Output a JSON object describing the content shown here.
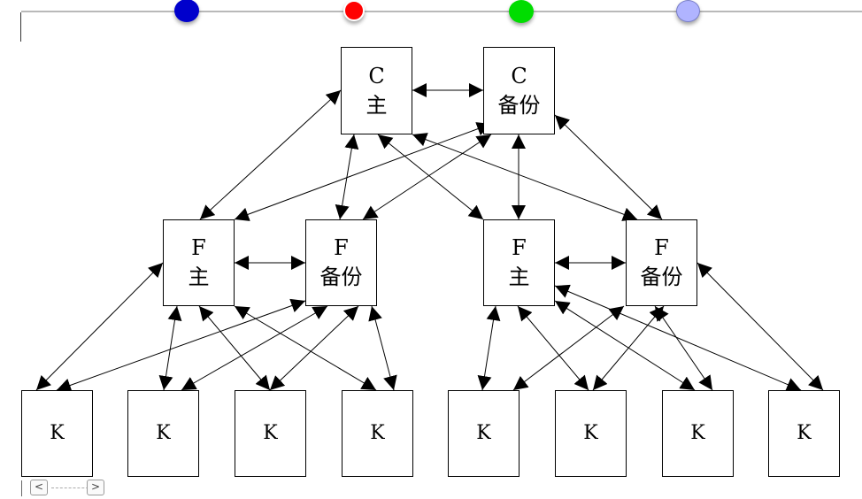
{
  "toolbar": {
    "colors": [
      "#0000cc",
      "#ff0000",
      "#00dd00",
      "#b0b4ff"
    ]
  },
  "diagram": {
    "c_main": {
      "line1": "C",
      "line2": "主"
    },
    "c_backup": {
      "line1": "C",
      "line2": "备份"
    },
    "f_main_left": {
      "line1": "F",
      "line2": "主"
    },
    "f_backup_left": {
      "line1": "F",
      "line2": "备份"
    },
    "f_main_right": {
      "line1": "F",
      "line2": "主"
    },
    "f_backup_right": {
      "line1": "F",
      "line2": "备份"
    },
    "k_nodes": [
      "K",
      "K",
      "K",
      "K",
      "K",
      "K",
      "K",
      "K"
    ]
  },
  "scroll": {
    "prev": "<",
    "next": ">"
  }
}
